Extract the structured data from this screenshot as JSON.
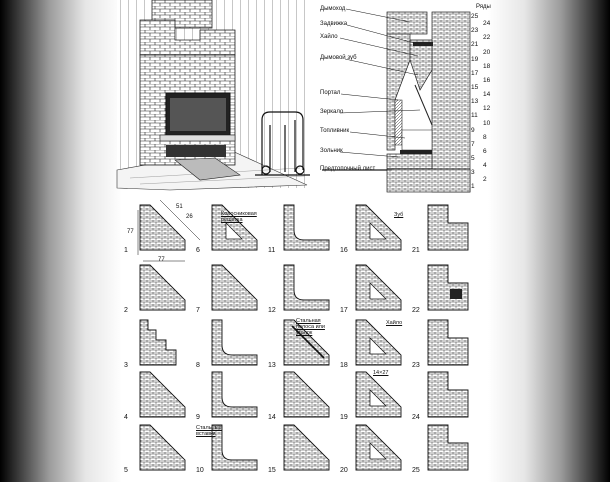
{
  "title": "",
  "section_labels": {
    "dymokhod": "Дымоход",
    "zadvizhka": "Задвижка",
    "khailo": "Хайло",
    "dymovoy_zub": "Дымовой зуб",
    "portal": "Портал",
    "zerkalo": "Зеркало",
    "toplivnik": "Топливник",
    "zolnik": "Зольник",
    "predtopochny_list": "Предтопочный лист"
  },
  "rows_header": "Ряды",
  "row_numbers": [
    "25",
    "24",
    "23",
    "22",
    "21",
    "20",
    "19",
    "18",
    "17",
    "16",
    "15",
    "14",
    "13",
    "12",
    "11",
    "10",
    "9",
    "8",
    "7",
    "6",
    "5",
    "4",
    "3",
    "2",
    "1"
  ],
  "plan_annotations": {
    "dim_left": "77",
    "dim_bottom": "77",
    "dim_diag1": "51",
    "dim_diag2": "26",
    "kolosnik": "Колосниковая решетка",
    "steel_strip": "Стальная полоса или уголок",
    "zub": "Зуб",
    "khailo_plan": "Хайло",
    "size_14x27": "14×27",
    "steel_inserts": "Стальные вставки"
  },
  "plan_numbers": [
    "1",
    "2",
    "3",
    "4",
    "5",
    "6",
    "7",
    "8",
    "9",
    "10",
    "11",
    "12",
    "13",
    "14",
    "15",
    "16",
    "17",
    "18",
    "19",
    "20",
    "21",
    "22",
    "23",
    "24",
    "25"
  ]
}
